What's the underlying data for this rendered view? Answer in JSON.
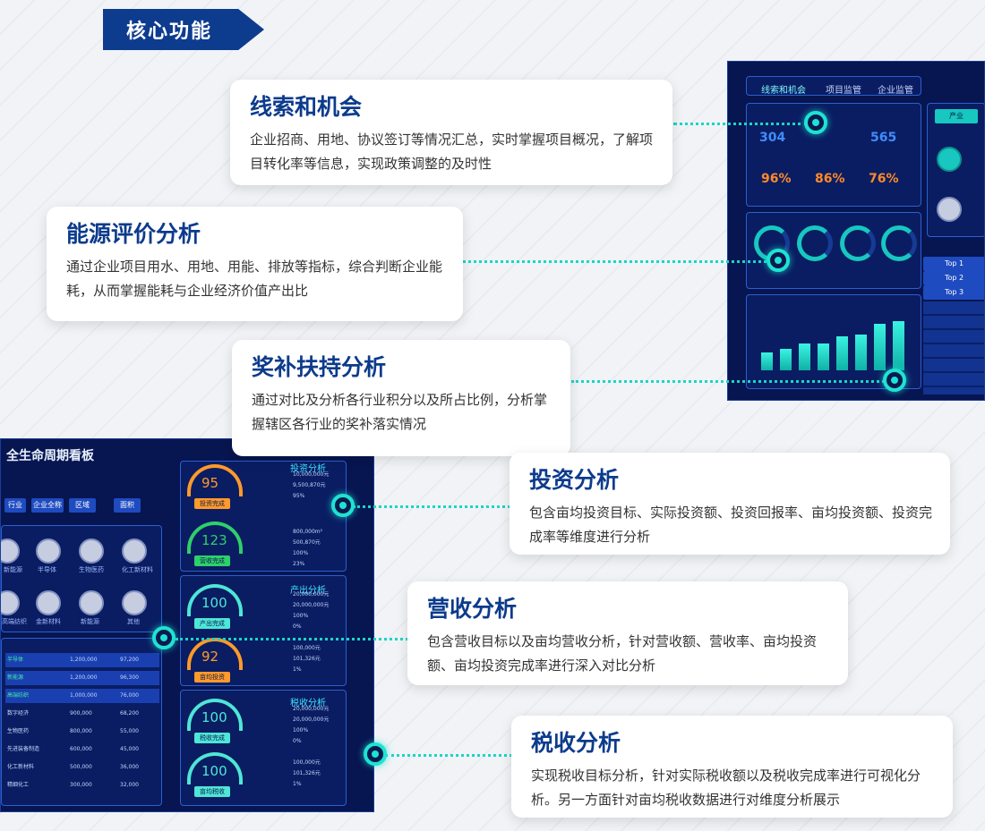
{
  "banner": {
    "title": "核心功能"
  },
  "features": [
    {
      "title": "线索和机会",
      "desc": "企业招商、用地、协议签订等情况汇总，实时掌握项目概况，了解项目转化率等信息，实现政策调整的及时性"
    },
    {
      "title": "能源评价分析",
      "desc": "通过企业项目用水、用地、用能、排放等指标，综合判断企业能耗，从而掌握能耗与企业经济价值产出比"
    },
    {
      "title": "奖补扶持分析",
      "desc": "通过对比及分析各行业积分以及所占比例，分析掌握辖区各行业的奖补落实情况"
    },
    {
      "title": "投资分析",
      "desc": "包含亩均投资目标、实际投资额、投资回报率、亩均投资额、投资完成率等维度进行分析"
    },
    {
      "title": "营收分析",
      "desc": "包含营收目标以及亩均营收分析，针对营收额、营收率、亩均投资额、亩均投资完成率进行深入对比分析"
    },
    {
      "title": "税收分析",
      "desc": "实现税收目标分析，针对实际税收额以及税收完成率进行可视化分析。另一方面针对亩均税收数据进行对维度分析展示"
    }
  ],
  "dash_top": {
    "tabs": [
      "线索和机会",
      "项目监管",
      "企业监管"
    ],
    "metrics": [
      {
        "value": "304",
        "color": "#3f8cff"
      },
      {
        "value": "565",
        "color": "#3f8cff"
      },
      {
        "value": "96%",
        "color": "#ff8a2a"
      },
      {
        "value": "86%",
        "color": "#ff8a2a"
      },
      {
        "value": "76%",
        "color": "#ff8a2a"
      }
    ],
    "side_tab": "产业",
    "list": [
      "Top 1",
      "Top 2",
      "Top 3"
    ],
    "bars": [
      20,
      24,
      30,
      30,
      38,
      40,
      52,
      55
    ]
  },
  "dash_bottom": {
    "title": "全生命周期看板",
    "tabs": [
      "行业",
      "企业全称",
      "区域",
      "面积"
    ],
    "sections": [
      "投资分析",
      "产出分析",
      "税收分析"
    ],
    "gauges": [
      {
        "value": "95",
        "color": "#ff9a2a",
        "tag": "投资完成"
      },
      {
        "value": "123",
        "color": "#2ed06b",
        "tag": "营收完成"
      },
      {
        "value": "100",
        "color": "#4ee6d6",
        "tag": "产出完成"
      },
      {
        "value": "92",
        "color": "#ff9a2a",
        "tag": "亩均投资"
      },
      {
        "value": "100",
        "color": "#4ee6d6",
        "tag": "税收完成"
      },
      {
        "value": "100",
        "color": "#4ee6d6",
        "tag": "亩均税收"
      }
    ],
    "kv": [
      "10,000,000元\n9,500,870元\n95%",
      "800,000m²\n500,870元\n100%\n23%",
      "20,000,000元\n20,000,000元\n100%\n0%",
      "100,000元\n101,326元\n1%",
      "20,000,000元\n20,000,000元\n100%\n0%",
      "100,000元\n101,326元\n1%"
    ],
    "table": [
      {
        "name": "半导体",
        "a": "1,200,000",
        "b": "97,200"
      },
      {
        "name": "新能源",
        "a": "1,200,000",
        "b": "96,300"
      },
      {
        "name": "高端纺织",
        "a": "1,000,000",
        "b": "76,000"
      },
      {
        "name": "数字经济",
        "a": "900,000",
        "b": "68,200"
      },
      {
        "name": "生物医药",
        "a": "800,000",
        "b": "55,000"
      },
      {
        "name": "先进装备制造",
        "a": "600,000",
        "b": "45,000"
      },
      {
        "name": "化工新材料",
        "a": "500,000",
        "b": "36,000"
      },
      {
        "name": "精细化工",
        "a": "300,000",
        "b": "32,000"
      }
    ],
    "icons": [
      "新能源",
      "半导体",
      "生物医药",
      "化工新材料",
      "高端纺织",
      "金新材料",
      "新能源",
      "其他"
    ]
  }
}
